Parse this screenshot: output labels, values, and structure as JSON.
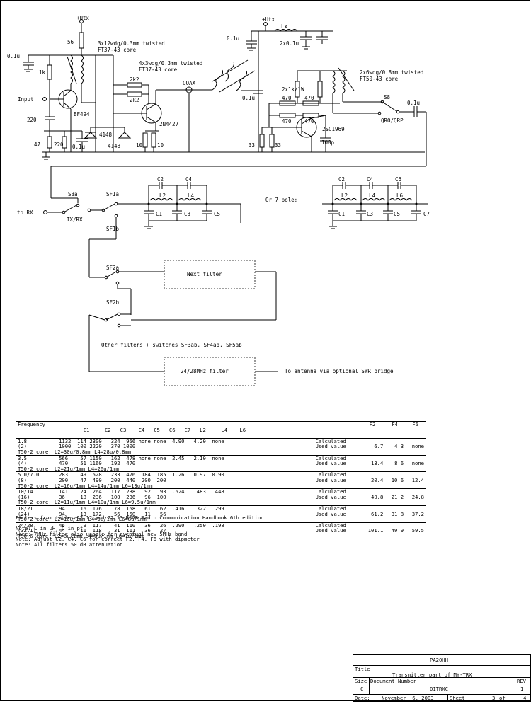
{
  "schematic": {
    "labels": {
      "utx1": "+Utx",
      "utx2": "+Utx",
      "r56": "56",
      "c01u_a": "0.1u",
      "r1k": "1k",
      "t1": "3x12wdg/0.3mm twisted",
      "t1b": "FT37-43 core",
      "t2": "4x3wdg/0.3mm twisted",
      "t2b": "FT37-43 core",
      "input": "Input",
      "q1": "BF494",
      "r2k2a": "2k2",
      "r2k2b": "2k2",
      "coax": "COAX",
      "q2": "2N4427",
      "c220": "220",
      "r220": "220",
      "r47": "47",
      "c01u_b": "0.1u",
      "d4148a": "4148",
      "d4148b": "4148",
      "r10a": "10",
      "r10b": "10",
      "c01u_c": "0.1u",
      "lx": "Lx",
      "c2x01": "2x0.1u",
      "c01u_d": "0.1u",
      "t3": "2x6wdg/0.8mm twisted",
      "t3b": "FT50-43 core",
      "r2x1k": "2x1k/1W",
      "s8": "S8",
      "c01u_e": "0.1u",
      "r470a": "470",
      "r470b": "470",
      "r470c": "470",
      "r470d": "470",
      "q3": "2SC1969",
      "qrp": "QRO/QRP",
      "r33a": "33",
      "r33b": "33",
      "c100p": "100p",
      "s3a": "S3a",
      "sf1a": "SF1a",
      "sf1b": "SF1b",
      "sf2a": "SF2a",
      "sf2b": "SF2b",
      "torx": "to RX",
      "txrx": "TX/RX",
      "fc1": "C1",
      "fc2": "C2",
      "fc3": "C3",
      "fc4": "C4",
      "fc5": "C5",
      "fl2": "L2",
      "fl4": "L4",
      "or7": "Or 7 pole:",
      "gc1": "C1",
      "gc2": "C2",
      "gc3": "C3",
      "gc4": "C4",
      "gc5": "C5",
      "gc6": "C6",
      "gc7": "C7",
      "gl2": "L2",
      "gl4": "L4",
      "gl6": "L6",
      "next_filter": "Next filter",
      "other_filters": "Other filters + switches SF3ab, SF4ab, SF5ab",
      "f2428": "24/28MHz filter",
      "antenna": "To antenna via optional SWR bridge"
    }
  },
  "filter_table": {
    "headers": [
      "Frequency",
      "C1",
      "C2",
      "C3",
      "C4",
      "C5",
      "C6",
      "C7",
      "L2",
      "L4",
      "L6",
      "",
      "F2",
      "F4",
      "F6"
    ],
    "groups": [
      {
        "freq": [
          "1.8",
          "(2)"
        ],
        "rows": [
          "1132  114 2300   324  956 none none  4.90   4.20  none",
          "1000  100 2220   370 1000"
        ],
        "core": "T50-2 core: L2=30u/0.8mm L4=28u/0.8mm",
        "kind": [
          "Calculated",
          "Used value"
        ],
        "f2": "6.7",
        "f4": "4.3",
        "f6": "none"
      },
      {
        "freq": [
          "3.5",
          "(4)"
        ],
        "rows": [
          "566    57 1150   162  478 none none  2.45   2.10  none",
          "470    51 1160   192  470"
        ],
        "core": "T50-2 core: L2=21u/1mm L4=20u/1mm",
        "kind": [
          "Calculated",
          "Used value"
        ],
        "f2": "13.4",
        "f4": "8.6",
        "f6": "none"
      },
      {
        "freq": [
          "5.0/7.0",
          "(8)"
        ],
        "rows": [
          "283    49  528   233  476  184  185  1.26   0.97  0.90",
          "200    47  490   200  440  200  200"
        ],
        "core": "T50-2 core: L2=16u/1mm L4=14u/1mm L6=13u/1mm",
        "kind": [
          "Calculated",
          "Used value"
        ],
        "f2": "20.4",
        "f4": "10.6",
        "f6": "12.4"
      },
      {
        "freq": [
          "10/14",
          "(16)"
        ],
        "rows": [
          "141    24  264   117  238   92   93  .624   .483  .448",
          "36     18  236   100  236   96  100"
        ],
        "core": "T50-2 core: L2=11u/1mm L4=10u/1mm L6=9.5u/1mm",
        "kind": [
          "Calculated",
          "Used value"
        ],
        "f2": "40.8",
        "f4": "21.2",
        "f6": "24.8"
      },
      {
        "freq": [
          "18/21",
          "(24)"
        ],
        "rows": [
          "94     16  176    78  158   61   62  .416   .322  .299",
          "94     13  172    56  150   11   56"
        ],
        "core": "T50-2 core: L2=10u/1mm L4=9u/1mm L6=8u/1mm",
        "kind": [
          "Calculated",
          "Used value"
        ],
        "f2": "61.2",
        "f4": "31.8",
        "f6": "37.2"
      },
      {
        "freq": [
          "24/28",
          "(32.1)"
        ],
        "rows": [
          "46      9  117    41  110   36   26  .290   .250  .198",
          "44     11  118    31  111   36   27"
        ],
        "core": "T50-6 core: L2=8u/1mm L4=8u/1mm L6=7u/1mm",
        "kind": [
          "Calculated",
          "Used value"
        ],
        "f2": "101.1",
        "f4": "49.9",
        "f6": "59.5"
      }
    ],
    "source": "Filters from tables 22.12 and 22.13 RSGB Radio Communication Handbook 6th edition"
  },
  "notes": [
    "Note: L in uH, C in pf",
    "Note: 7MHz filter also usable for eventual new 5MHz band",
    "Note: Adjust C2, C4, C6 for correct F2, F4, F6 with dipmeter",
    "Note: All filters 50 dB attenuation"
  ],
  "title_block": {
    "company": "PA20HH",
    "title_label": "Title",
    "title": "Transmitter part of MY-TRX",
    "size_label": "Size",
    "size": "C",
    "docnum_label": "Document Number",
    "docnum": "01TRXC",
    "rev_label": "REV",
    "rev": "1",
    "date_label": "Date:",
    "date": "November  6, 2003",
    "sheet_label": "Sheet",
    "sheet": "3",
    "of_label": "of",
    "of": "4"
  }
}
